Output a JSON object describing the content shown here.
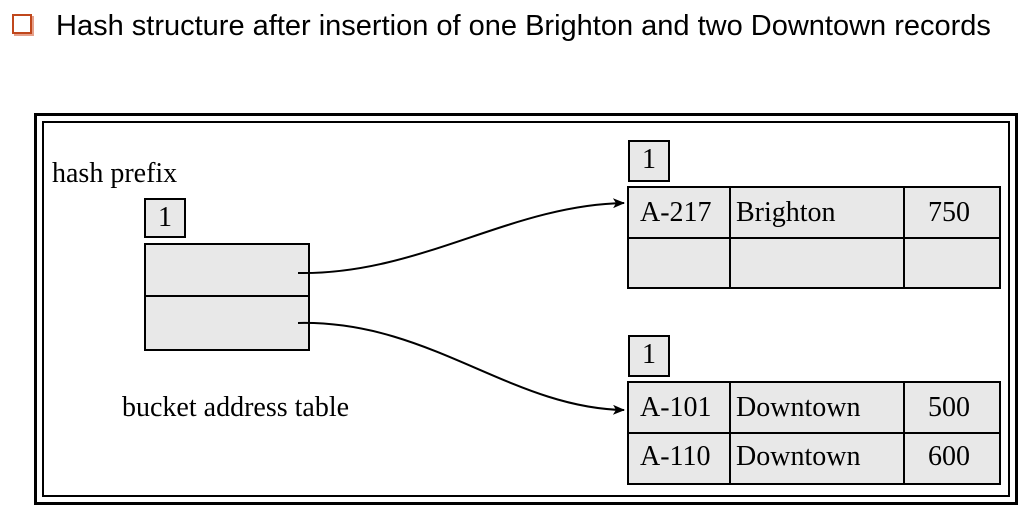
{
  "heading": {
    "text": "Hash structure after  insertion of one Brighton and two Downtown records",
    "bullet_color": "#c0471c"
  },
  "diagram": {
    "hash_prefix_label": "hash prefix",
    "hash_prefix_value": "1",
    "address_table_label": "bucket address table",
    "bucket1": {
      "local_depth": "1",
      "rows": [
        {
          "account": "A-217",
          "branch": "Brighton",
          "balance": "750"
        },
        {
          "account": "",
          "branch": "",
          "balance": ""
        }
      ]
    },
    "bucket2": {
      "local_depth": "1",
      "rows": [
        {
          "account": "A-101",
          "branch": "Downtown",
          "balance": "500"
        },
        {
          "account": "A-110",
          "branch": "Downtown",
          "balance": "600"
        }
      ]
    },
    "fill_color": "#e8e8e8"
  }
}
